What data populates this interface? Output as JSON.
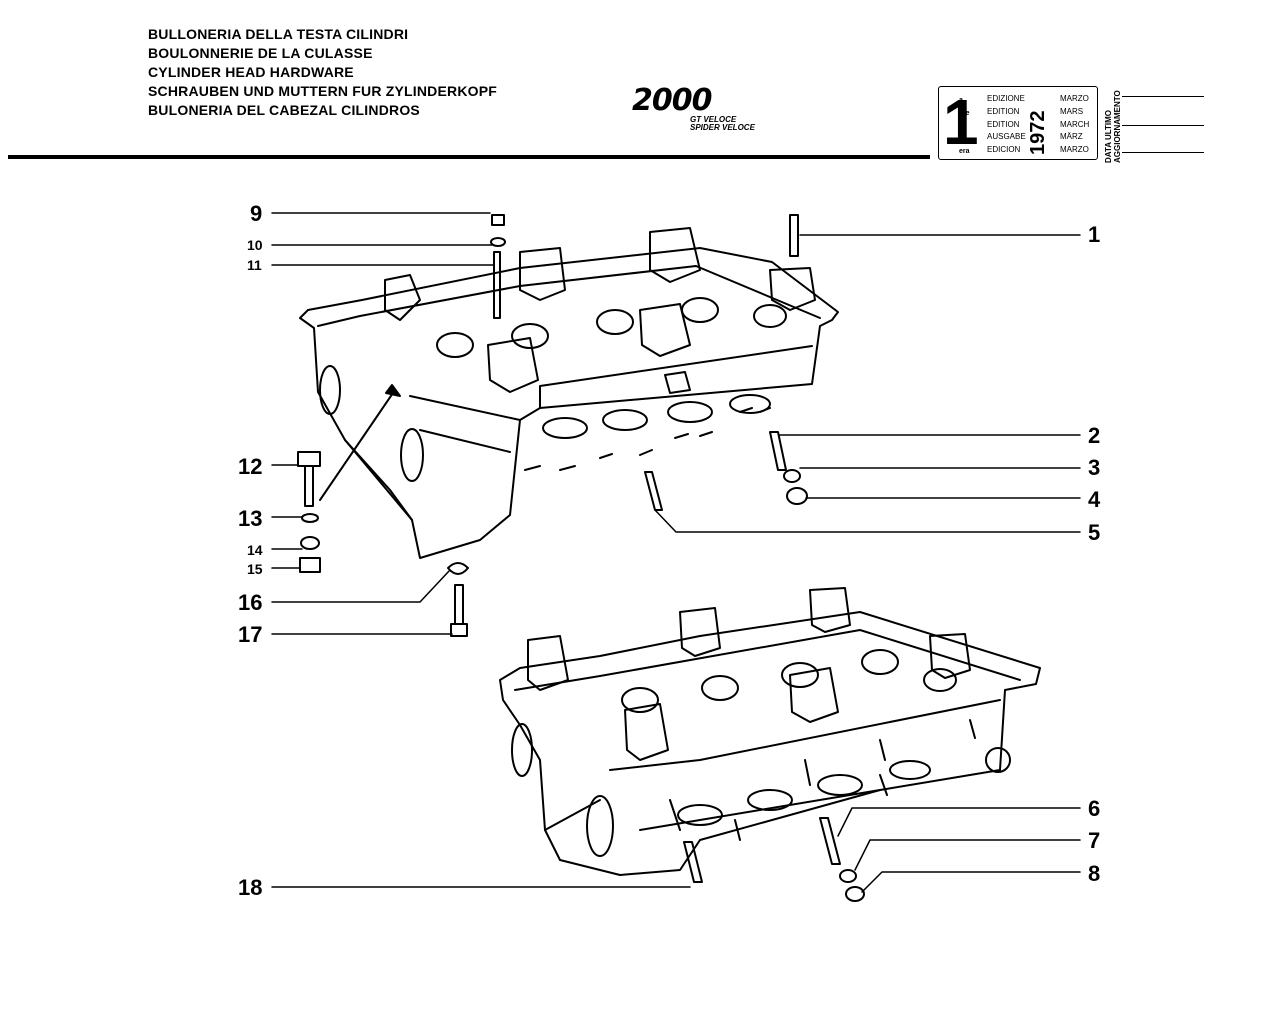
{
  "header": {
    "titles": [
      "BULLONERIA DELLA TESTA CILINDRI",
      "BOULONNERIE DE LA CULASSE",
      "CYLINDER HEAD HARDWARE",
      "SCHRAUBEN UND MUTTERN FUR ZYLINDERKOPF",
      "BULONERIA DEL CABEZAL CILINDROS"
    ],
    "logo": {
      "main": "2000",
      "line1": "GT VELOCE",
      "line2": "SPIDER VELOCE"
    }
  },
  "edition_box": {
    "number": "1",
    "suffixes": [
      "a",
      "ère",
      "st",
      "·",
      "era"
    ],
    "words": [
      "EDIZIONE",
      "EDITION",
      "EDITION",
      "AUSGABE",
      "EDICION"
    ],
    "year": "1972",
    "months": [
      "MARZO",
      "MARS",
      "MARCH",
      "MÄRZ",
      "MARZO"
    ],
    "update_label_line1": "DATA ULTIMO",
    "update_label_line2": "AGGIORNAMENTO"
  },
  "callouts": [
    "1",
    "2",
    "3",
    "4",
    "5",
    "6",
    "7",
    "8",
    "9",
    "10",
    "11",
    "12",
    "13",
    "14",
    "15",
    "16",
    "17",
    "18"
  ],
  "colors": {
    "ink": "#000000",
    "paper": "#ffffff"
  }
}
